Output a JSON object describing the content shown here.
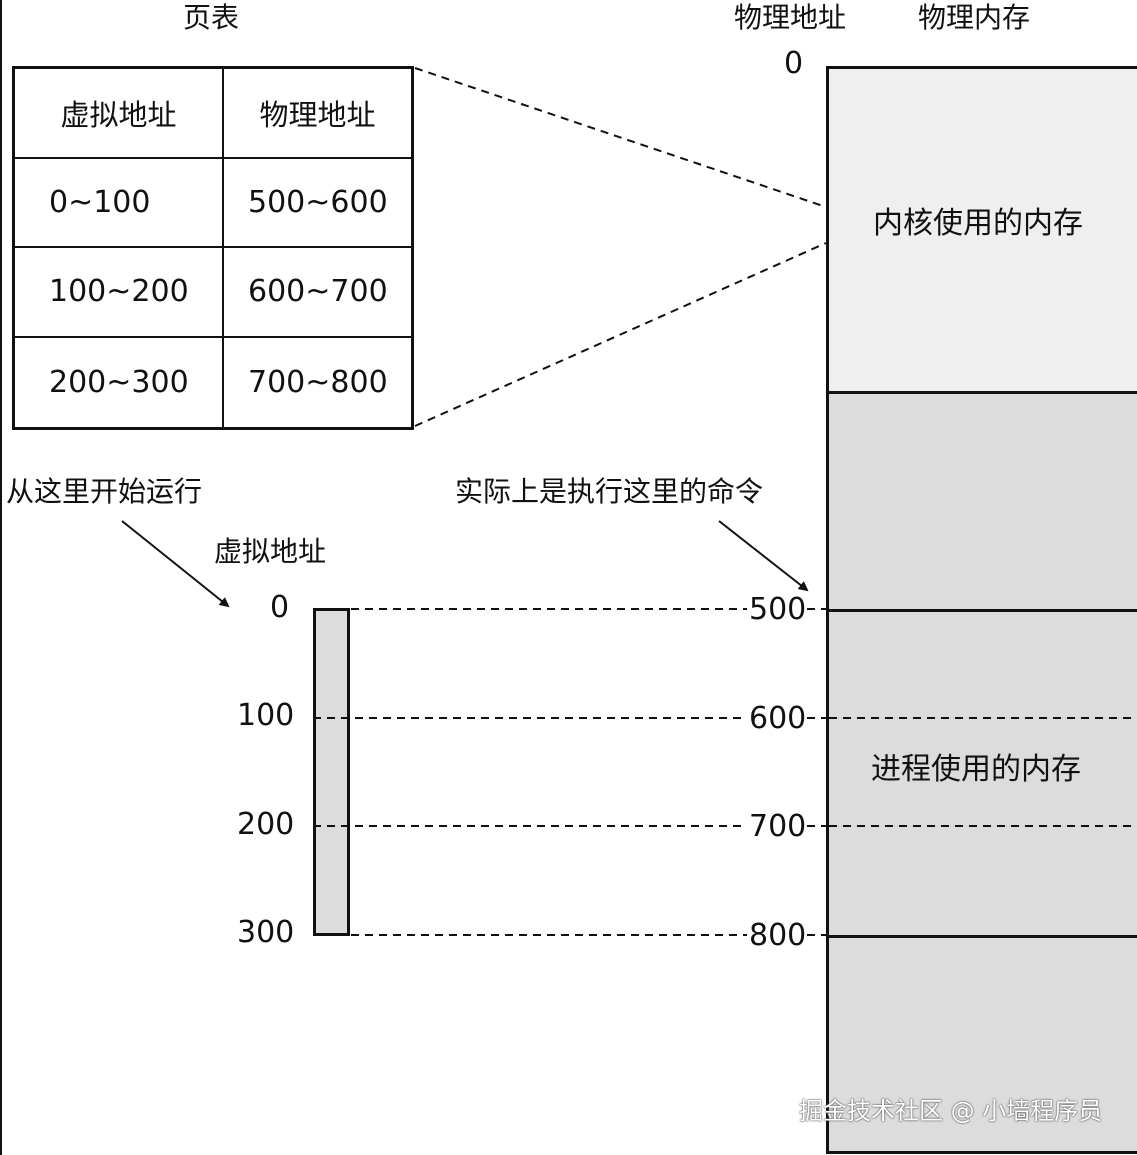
{
  "titles": {
    "page_table": "页表",
    "physical_address": "物理地址",
    "physical_memory": "物理内存",
    "virtual_address": "虚拟地址"
  },
  "page_table": {
    "headers": [
      "虚拟地址",
      "物理地址"
    ],
    "rows": [
      [
        "0~100",
        "500~600"
      ],
      [
        "100~200",
        "600~700"
      ],
      [
        "200~300",
        "700~800"
      ]
    ]
  },
  "annotations": {
    "start_here": "从这里开始运行",
    "actually_exec": "实际上是执行这里的命令"
  },
  "virtual_ticks": [
    "0",
    "100",
    "200",
    "300"
  ],
  "physical_ticks": [
    "0",
    "500",
    "600",
    "700",
    "800"
  ],
  "memory_regions": {
    "kernel": "内核使用的内存",
    "process": "进程使用的内存"
  },
  "watermark": "掘金技术社区 @ 小墙程序员"
}
